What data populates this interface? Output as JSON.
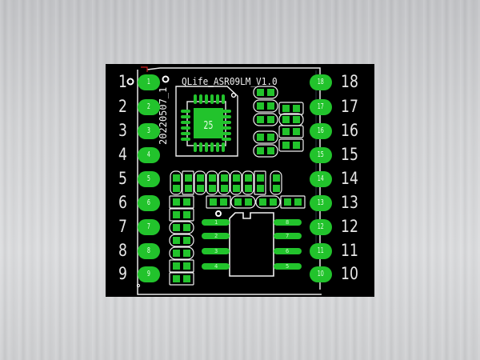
{
  "image": {
    "subject": "PCB layout rendering of QLife ASR09LM module on brushed-metal background",
    "background_color": "#d0d1d3",
    "board_color": "#000000",
    "copper_color": "#22c32c",
    "silkscreen_color": "#f0f0f0"
  },
  "board": {
    "title": "QLife_ASR09LM_V1.0",
    "date_code": "20220507_1",
    "qfn_center_pad_label": "25",
    "left_pins": [
      "1",
      "2",
      "3",
      "4",
      "5",
      "6",
      "7",
      "8",
      "9"
    ],
    "right_pins": [
      "18",
      "17",
      "16",
      "15",
      "14",
      "13",
      "12",
      "11",
      "10"
    ],
    "soic_pin_labels_left": [
      "1",
      "2",
      "3",
      "4"
    ],
    "soic_pin_labels_right": [
      "8",
      "7",
      "6",
      "5"
    ]
  },
  "labels": {
    "left": [
      "1",
      "2",
      "3",
      "4",
      "5",
      "6",
      "7",
      "8",
      "9"
    ],
    "right": [
      "18",
      "17",
      "16",
      "15",
      "14",
      "13",
      "12",
      "11",
      "10"
    ]
  }
}
